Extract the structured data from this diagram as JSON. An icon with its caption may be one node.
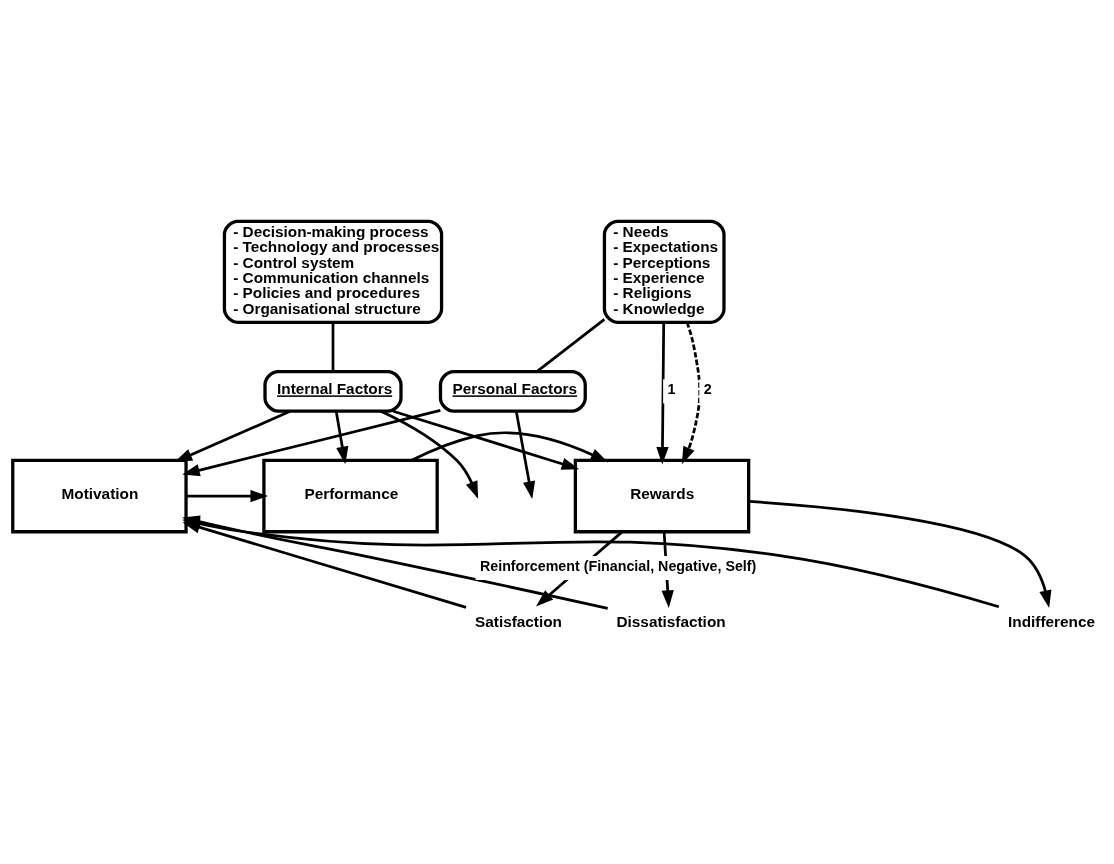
{
  "diagram": {
    "nodes": [
      {
        "text": [
          "- Decision-making process",
          "- Technology and processes",
          "- Control system",
          "- Communication channels",
          "- Policies and procedures",
          "- Organisational structure"
        ]
      },
      {
        "text": [
          "Internal Factors"
        ]
      },
      {
        "text": [
          "Motivation"
        ]
      },
      {
        "text": [
          "Performance"
        ]
      },
      {
        "text": [
          "Rewards"
        ]
      },
      {
        "text": [
          "Personal Factors"
        ]
      },
      {
        "text": [
          "- Needs",
          "- Expectations",
          "- Perceptions",
          "- Experience",
          "- Religions",
          "- Knowledge"
        ]
      },
      {
        "text": [
          "Satisfaction"
        ]
      },
      {
        "text": [
          "Dissatisfaction"
        ]
      },
      {
        "text": [
          "Indifference"
        ]
      }
    ],
    "edges": [
      {
        "from": 0,
        "to": 1,
        "arrow": "none"
      },
      {
        "from": 1,
        "to": null,
        "arrow": "to"
      },
      {
        "from": 1,
        "to": 2,
        "arrow": "to"
      },
      {
        "from": 1,
        "to": 3,
        "arrow": "to"
      },
      {
        "from": 1,
        "to": 4,
        "arrow": "to"
      },
      {
        "from": 2,
        "to": 3,
        "arrow": "to"
      },
      {
        "from": 3,
        "to": 4,
        "arrow": "to"
      },
      {
        "from": 6,
        "to": 5,
        "arrow": "none"
      },
      {
        "from": 5,
        "to": 2,
        "arrow": "to"
      },
      {
        "from": 5,
        "to": null,
        "arrow": "to"
      },
      {
        "from": 6,
        "to": 4,
        "arrow": "to",
        "label": "1"
      },
      {
        "from": 6,
        "to": 4,
        "arrow": "to",
        "label": "2",
        "style": "dashed"
      },
      {
        "from": 4,
        "to": 7,
        "arrow": "to"
      },
      {
        "from": 4,
        "to": 8,
        "arrow": "to"
      },
      {
        "from": 4,
        "to": 9,
        "arrow": "to"
      },
      {
        "from": 7,
        "to": 2,
        "arrow": "to"
      },
      {
        "from": 8,
        "to": 2,
        "arrow": "to",
        "label": "Reinforcement (Financial, Negative, Self)"
      },
      {
        "from": 9,
        "to": 2,
        "arrow": "to"
      }
    ]
  }
}
